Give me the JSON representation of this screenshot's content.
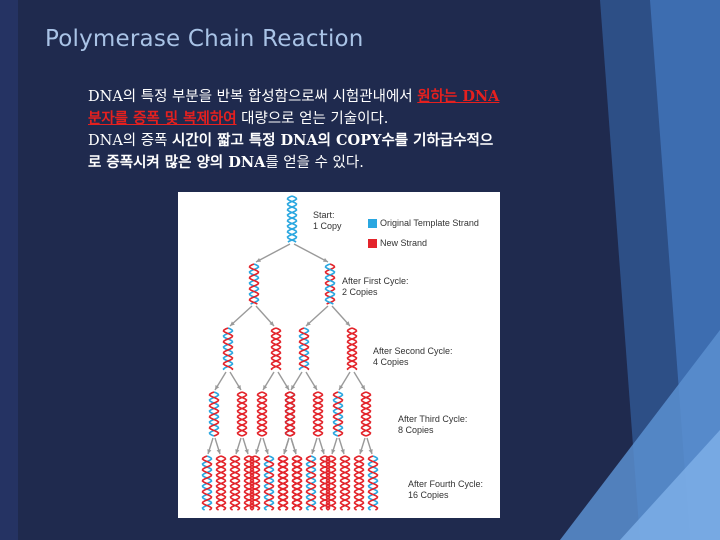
{
  "slide": {
    "title": "Polymerase Chain Reaction",
    "line1_a": "DNA의 특정 부분을 반복 합성함으로써 시험관내에서 ",
    "line1_red": "원하는 DNA",
    "line2_red": "분자를 증폭 및 복제하여",
    "line2_b": " 대량으로 얻는 기술이다.",
    "line3_a": "DNA의 증폭 ",
    "line3_bold": "시간이 짧고  특정 DNA의  COPY수를  기하급수적으",
    "line4_bold": "로 증폭시켜 많은 양의 DNA",
    "line4_b": "를 얻을 수 있다."
  },
  "figure": {
    "start_line1": "Start:",
    "start_line2": "1 Copy",
    "legend_template": "Original Template Strand",
    "legend_new": "New Strand",
    "cycle1_line1": "After First Cycle:",
    "cycle1_line2": "2 Copies",
    "cycle2_line1": "After Second Cycle:",
    "cycle2_line2": "4 Copies",
    "cycle3_line1": "After Third Cycle:",
    "cycle3_line2": "8 Copies",
    "cycle4_line1": "After Fourth Cycle:",
    "cycle4_line2": "16 Copies",
    "colors": {
      "template": "#2aa7e0",
      "new": "#e3242b",
      "arrow": "#9a9a9a"
    }
  }
}
